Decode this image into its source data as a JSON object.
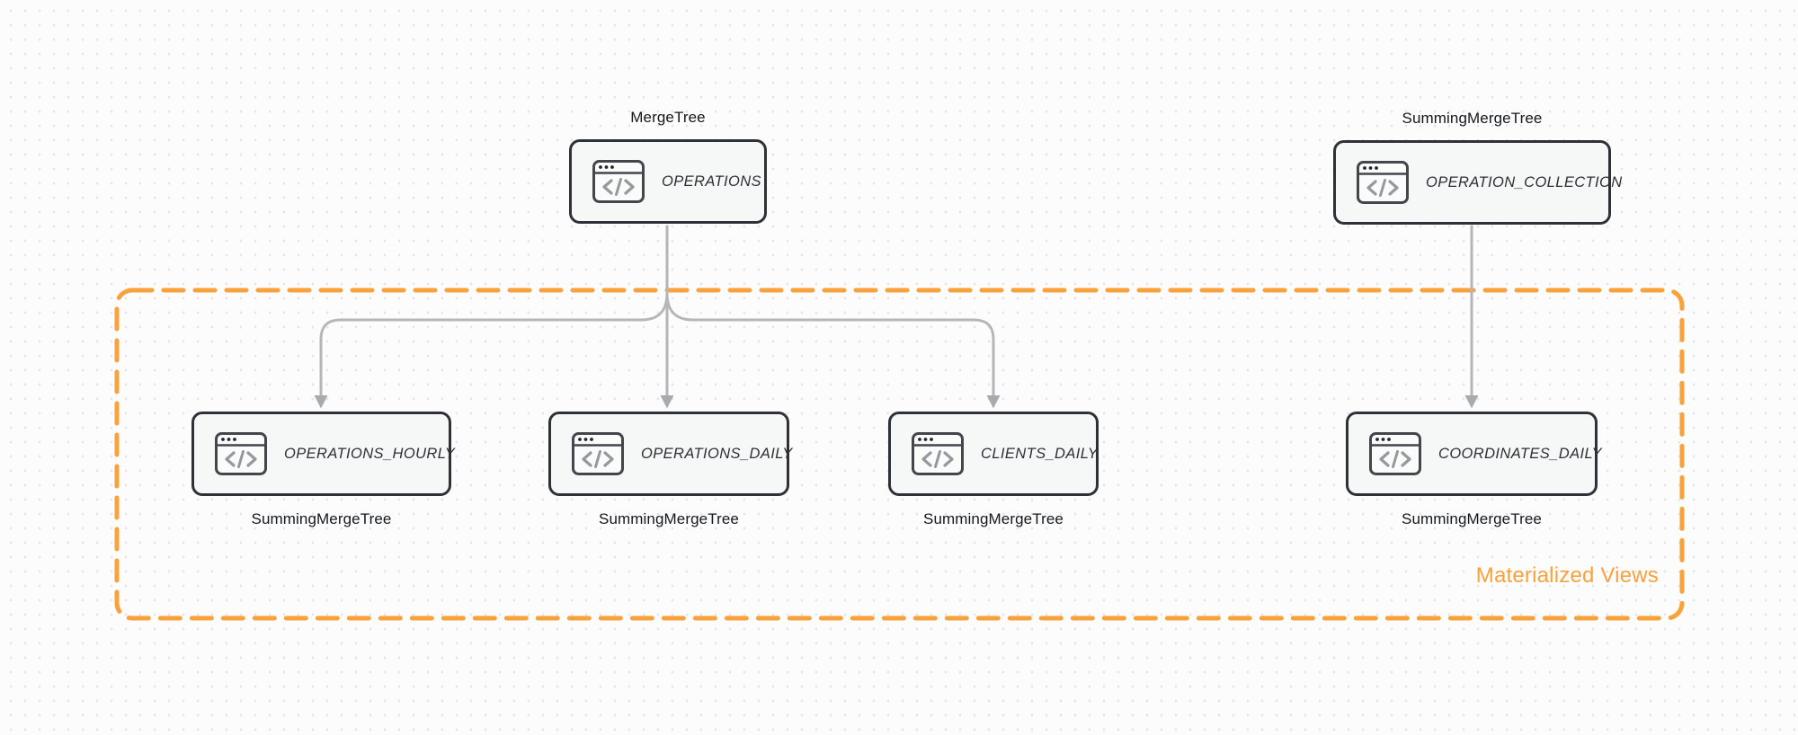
{
  "diagram": {
    "group_label": "Materialized Views",
    "nodes": [
      {
        "id": "operations",
        "title": "OPERATIONS",
        "engine": "MergeTree",
        "icon": "code-window-icon"
      },
      {
        "id": "operation_collection",
        "title": "OPERATION_COLLECTION",
        "engine": "SummingMergeTree",
        "icon": "code-window-icon"
      },
      {
        "id": "operations_hourly",
        "title": "OPERATIONS_HOURLY",
        "engine": "SummingMergeTree",
        "icon": "code-window-icon"
      },
      {
        "id": "operations_daily",
        "title": "OPERATIONS_DAILY",
        "engine": "SummingMergeTree",
        "icon": "code-window-icon"
      },
      {
        "id": "clients_daily",
        "title": "CLIENTS_DAILY",
        "engine": "SummingMergeTree",
        "icon": "code-window-icon"
      },
      {
        "id": "coordinates_daily",
        "title": "COORDINATES_DAILY",
        "engine": "SummingMergeTree",
        "icon": "code-window-icon"
      }
    ],
    "edges": [
      {
        "from": "operations",
        "to": "operations_hourly"
      },
      {
        "from": "operations",
        "to": "operations_daily"
      },
      {
        "from": "operations",
        "to": "clients_daily"
      },
      {
        "from": "operation_collection",
        "to": "coordinates_daily"
      }
    ],
    "colors": {
      "accent_orange": "#F9A23B",
      "node_border": "#2E3237",
      "node_fill": "#F6F7F7",
      "edge_gray": "#B4B6B8",
      "arrowhead_gray": "#A8ABAD",
      "label_dark": "#15181B",
      "background": "#FCFCFD",
      "grid_dot": "#E3E5E8"
    }
  }
}
